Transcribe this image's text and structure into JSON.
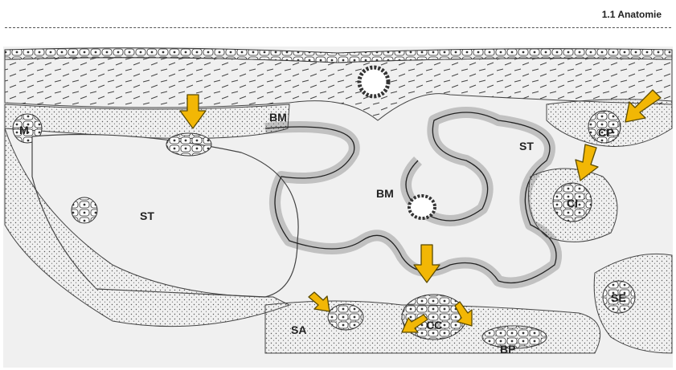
{
  "header": {
    "section_title": "1.1  Anatomie"
  },
  "figure": {
    "labels": {
      "m": "M",
      "bm_top": "BM",
      "bm_center": "BM",
      "st_left": "ST",
      "st_right": "ST",
      "cp": "CP",
      "ci": "CI",
      "se": "SE",
      "sa": "SA",
      "cc": "CC",
      "bp": "BP"
    },
    "arrow_color": "#F2B705",
    "arrow_outline": "#5a4a00",
    "background_color": "#f0f0f0",
    "tissue_color": "#d9d9d9"
  }
}
